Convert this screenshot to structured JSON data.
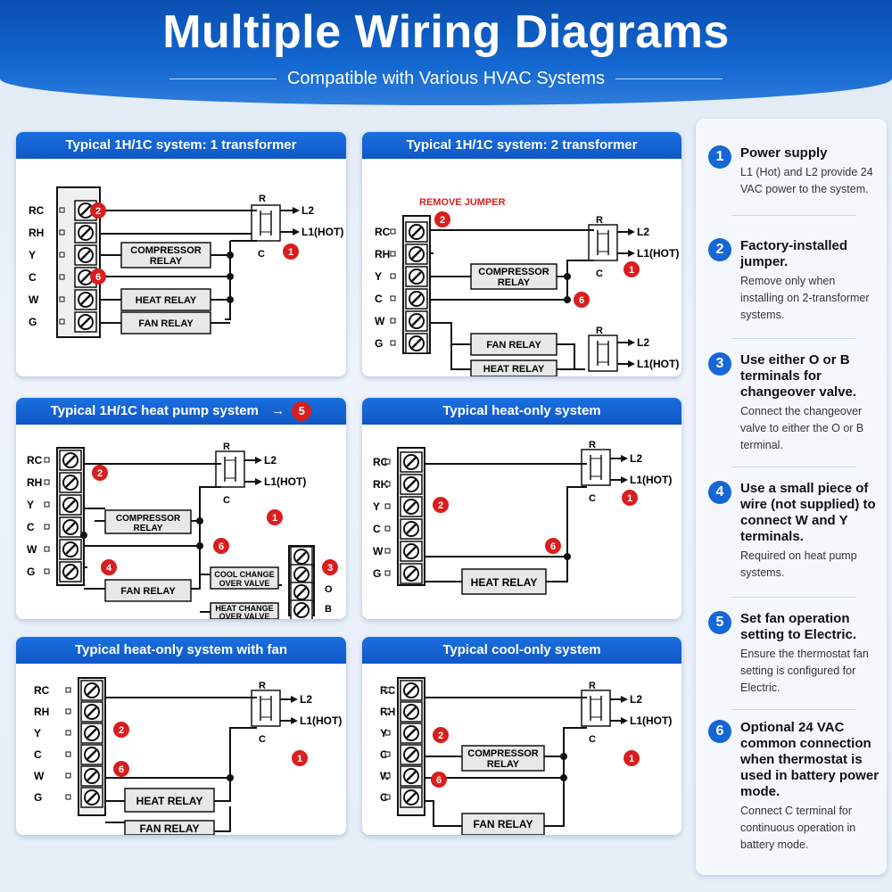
{
  "header": {
    "title": "Multiple Wiring Diagrams",
    "subtitle": "Compatible with Various HVAC Systems"
  },
  "terminals": [
    "RC",
    "RH",
    "Y",
    "C",
    "W",
    "G"
  ],
  "labels": {
    "r": "R",
    "c": "C",
    "l2": "L2",
    "l1": "L1(HOT)",
    "compressor_relay_1": "COMPRESSOR",
    "compressor_relay_2": "RELAY",
    "heat_relay": "HEAT RELAY",
    "fan_relay": "FAN RELAY",
    "remove_jumper": "REMOVE JUMPER",
    "cool_change_1": "COOL CHANGE",
    "cool_change_2": "OVER VALVE",
    "heat_change_1": "HEAT CHANGE",
    "heat_change_2": "OVER VALVE",
    "o": "O",
    "b": "B"
  },
  "diagrams": {
    "d1": {
      "title": "Typical 1H/1C system: 1 transformer"
    },
    "d2": {
      "title": "Typical 1H/1C system: 2 transformer"
    },
    "d3": {
      "title": "Typical 1H/1C heat pump system",
      "badge": "5"
    },
    "d4": {
      "title": "Typical heat-only system"
    },
    "d5": {
      "title": "Typical heat-only system with fan"
    },
    "d6": {
      "title": "Typical cool-only system"
    }
  },
  "notes": [
    {
      "num": "1",
      "title": "Power supply",
      "body": "L1 (Hot) and L2 provide 24 VAC power to the system."
    },
    {
      "num": "2",
      "title": "Factory-installed jumper.",
      "body": "Remove only when installing on 2-transformer systems."
    },
    {
      "num": "3",
      "title": "Use either O or B terminals for changeover valve.",
      "body": "Connect the changeover valve to either the O or B terminal."
    },
    {
      "num": "4",
      "title": "Use a small piece of wire (not supplied) to connect W and Y terminals.",
      "body": "Required on heat pump systems."
    },
    {
      "num": "5",
      "title": "Set fan operation setting to Electric.",
      "body": "Ensure the thermostat fan setting is configured for Electric."
    },
    {
      "num": "6",
      "title": "Optional 24 VAC common connection when thermostat is used in battery power mode.",
      "body": "Connect C terminal for continuous operation in battery mode."
    }
  ],
  "colors": {
    "accent": "#1267d1",
    "badge_red": "#d81e1e",
    "note_blue": "#1666d6"
  },
  "icons": [
    "terminal-block",
    "transformer-symbol",
    "relay-box",
    "number-badge",
    "arrow-right-icon"
  ]
}
